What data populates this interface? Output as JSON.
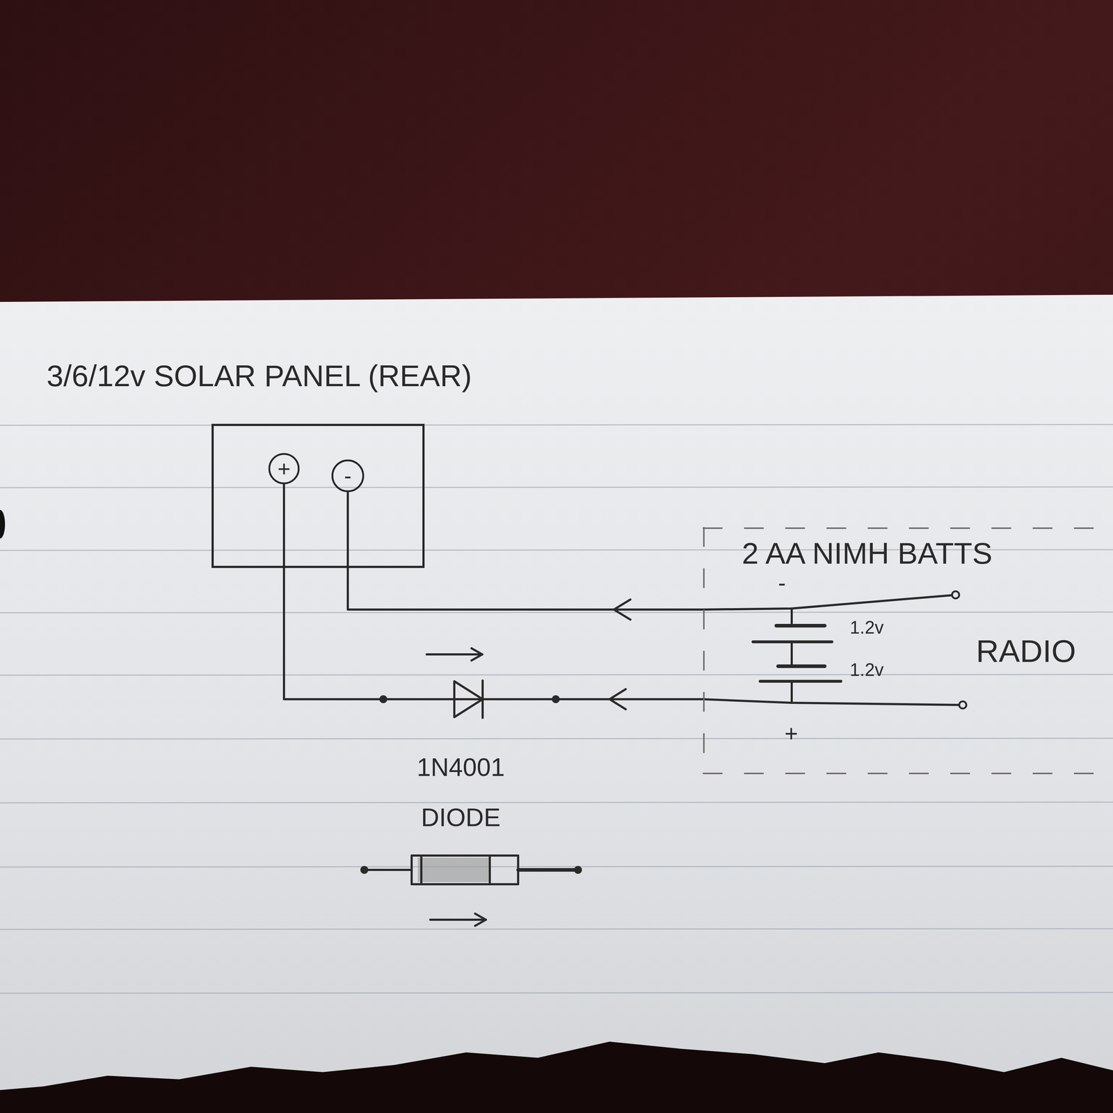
{
  "diagram": {
    "nodes": [
      {
        "text": [
          "3/6/12v SOLAR PANEL (REAR)"
        ]
      },
      {
        "text": [
          "+"
        ],
        "in": 0
      },
      {
        "text": [
          "-"
        ],
        "in": 0
      },
      {
        "text": [
          "2 AA NIMH BATTS"
        ]
      }
    ],
    "edges": [
      {
        "from": 1,
        "to": 3,
        "arrow": "none"
      },
      {
        "from": 2,
        "to": 3,
        "arrow": "none"
      }
    ],
    "labels": [
      "1.2v",
      "1.2v",
      "-",
      "+",
      "RADIO",
      "1N4001 DIODE"
    ]
  }
}
